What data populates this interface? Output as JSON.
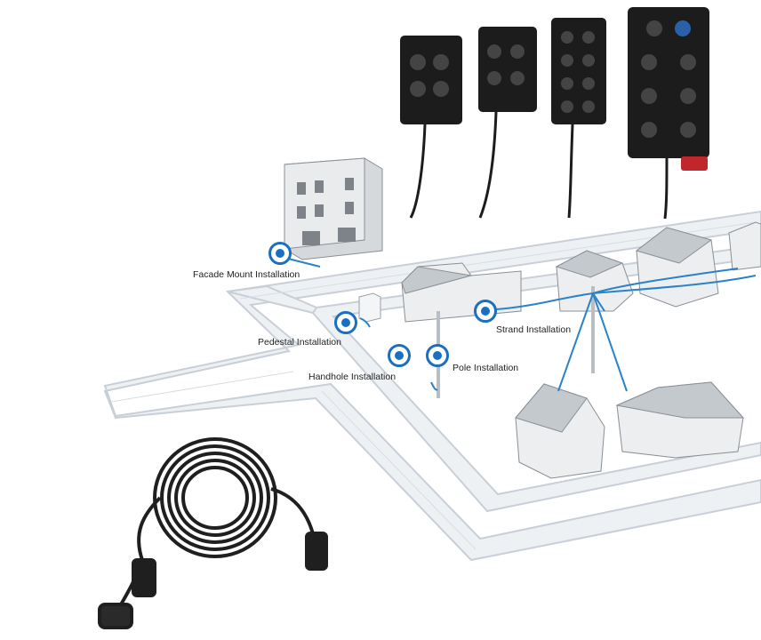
{
  "installations": [
    {
      "id": "facade",
      "label": "Facade Mount Installation",
      "icon": "target-marker-icon"
    },
    {
      "id": "pedestal",
      "label": "Pedestal Installation",
      "icon": "target-marker-icon"
    },
    {
      "id": "handhole",
      "label": "Handhole Installation",
      "icon": "target-marker-icon"
    },
    {
      "id": "pole",
      "label": "Pole Installation",
      "icon": "target-marker-icon"
    },
    {
      "id": "strand",
      "label": "Strand Installation",
      "icon": "target-marker-icon"
    }
  ],
  "colors": {
    "accent": "#1a6fc0",
    "cable": "#2a82c9",
    "road": "#eef1f4",
    "curb": "#c9cfd6",
    "terminal": "#1c1c1c"
  }
}
